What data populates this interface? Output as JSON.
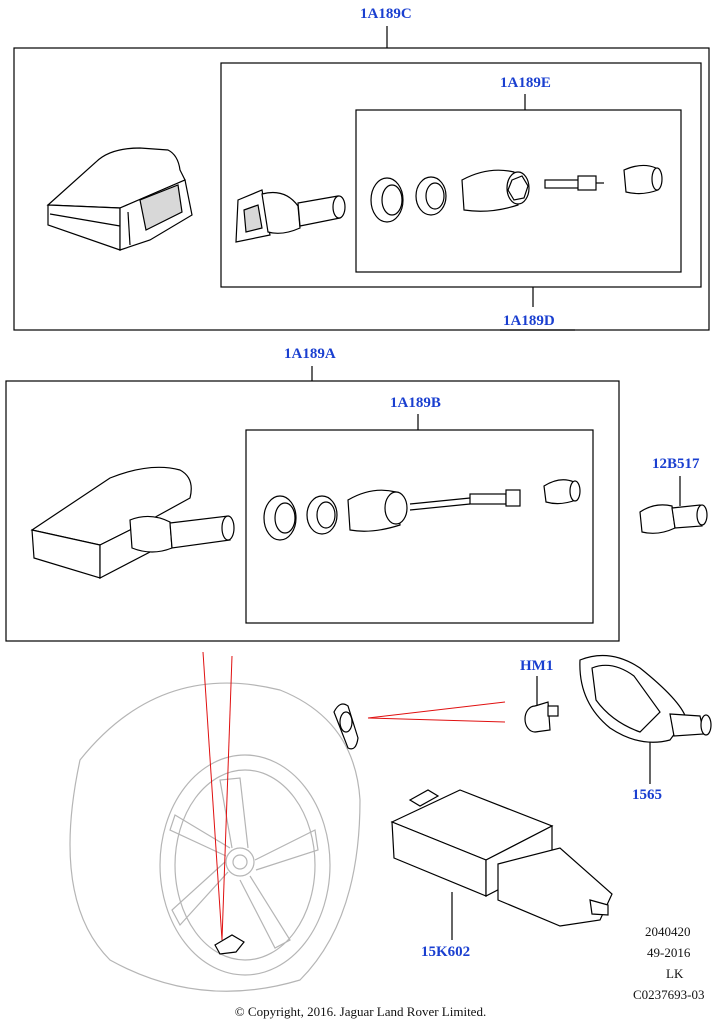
{
  "parts": {
    "kit_c": "1A189C",
    "kit_e": "1A189E",
    "kit_d": "1A189D",
    "kit_a": "1A189A",
    "kit_b": "1A189B",
    "valve_12b517": "12B517",
    "hm1": "HM1",
    "part_1565": "1565",
    "module_15k602": "15K602"
  },
  "drawing_info": {
    "line1": "2040420",
    "line2": "49-2016",
    "line3": "LK",
    "line4": "C0237693-03"
  },
  "copyright": "© Copyright, 2016. Jaguar Land Rover Limited.",
  "colors": {
    "label": "#1a3fd0",
    "leader": "#000000",
    "sightline": "#e01010"
  }
}
